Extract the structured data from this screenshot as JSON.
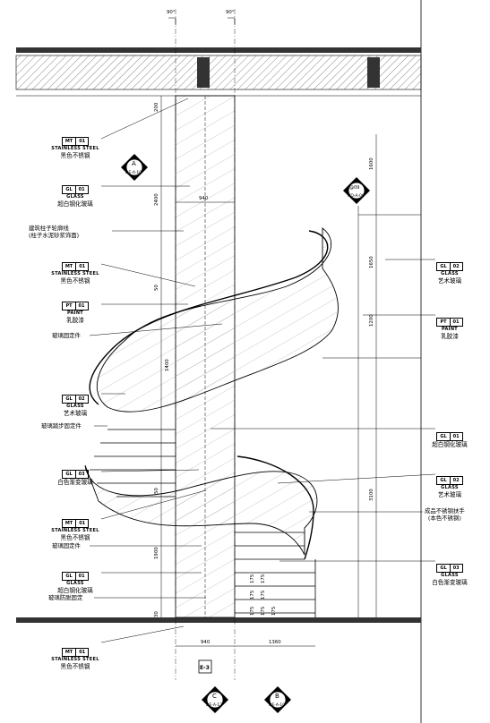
{
  "top_angles": [
    "90°",
    "90°"
  ],
  "dimensions": {
    "left_vertical": [
      "200",
      "2400",
      "50",
      "1400",
      "50",
      "1900",
      "30"
    ],
    "right_vertical": [
      "1600",
      "1650",
      "1200",
      "3100"
    ],
    "bottom": [
      "940",
      "1360"
    ],
    "upper_width": "940",
    "step_heights": [
      "175",
      "175",
      "175",
      "175",
      "175",
      "175",
      "175"
    ]
  },
  "section_marks": [
    {
      "id": "A",
      "ref": "DE-A-10"
    },
    {
      "id": "C",
      "ref": "DE-A-12"
    },
    {
      "id": "B",
      "ref": "DE-A-10"
    },
    {
      "id": "@09",
      "ref": "HD-A-06"
    },
    {
      "id": "E-3",
      "ref": ""
    }
  ],
  "left_tags": [
    {
      "code1": "MT",
      "code2": "01",
      "sub": "STAINLESS STEEL",
      "label": "黑色不锈钢"
    },
    {
      "code1": "GL",
      "code2": "01",
      "sub": "GLASS",
      "label": "超白钢化玻璃"
    },
    {
      "code1": "",
      "code2": "",
      "sub": "",
      "label": "建筑柱子轮廓线\n(柱子水泥砂浆饰面)"
    },
    {
      "code1": "MT",
      "code2": "01",
      "sub": "STAINLESS STEEL",
      "label": "黑色不锈钢"
    },
    {
      "code1": "PT",
      "code2": "01",
      "sub": "PAINT",
      "label": "乳胶漆"
    },
    {
      "code1": "",
      "code2": "",
      "sub": "",
      "label": "玻璃固定件"
    },
    {
      "code1": "GL",
      "code2": "02",
      "sub": "GLASS",
      "label": "艺术玻璃"
    },
    {
      "code1": "",
      "code2": "",
      "sub": "",
      "label": "玻璃踏步固定件"
    },
    {
      "code1": "GL",
      "code2": "03",
      "sub": "",
      "label": "白色渐变玻璃"
    },
    {
      "code1": "MT",
      "code2": "01",
      "sub": "STAINLESS STEEL",
      "label": "黑色不锈钢"
    },
    {
      "code1": "",
      "code2": "",
      "sub": "",
      "label": "玻璃固定件"
    },
    {
      "code1": "GL",
      "code2": "01",
      "sub": "GLASS",
      "label": "超白钢化玻璃"
    },
    {
      "code1": "",
      "code2": "",
      "sub": "",
      "label": "玻璃防脱固定"
    },
    {
      "code1": "MT",
      "code2": "01",
      "sub": "STAINLESS STEEL",
      "label": "黑色不锈钢"
    }
  ],
  "right_tags": [
    {
      "code1": "GL",
      "code2": "02",
      "sub": "GLASS",
      "label": "艺术玻璃"
    },
    {
      "code1": "PT",
      "code2": "01",
      "sub": "PAINT",
      "label": "乳胶漆"
    },
    {
      "code1": "GL",
      "code2": "01",
      "sub": "",
      "label": "超白钢化玻璃"
    },
    {
      "code1": "GL",
      "code2": "02",
      "sub": "GLASS",
      "label": "艺术玻璃"
    },
    {
      "code1": "",
      "code2": "",
      "sub": "",
      "label": "成品不锈钢扶手\n(本色不锈钢)"
    },
    {
      "code1": "GL",
      "code2": "03",
      "sub": "GLASS",
      "label": "白色渐变玻璃"
    }
  ]
}
